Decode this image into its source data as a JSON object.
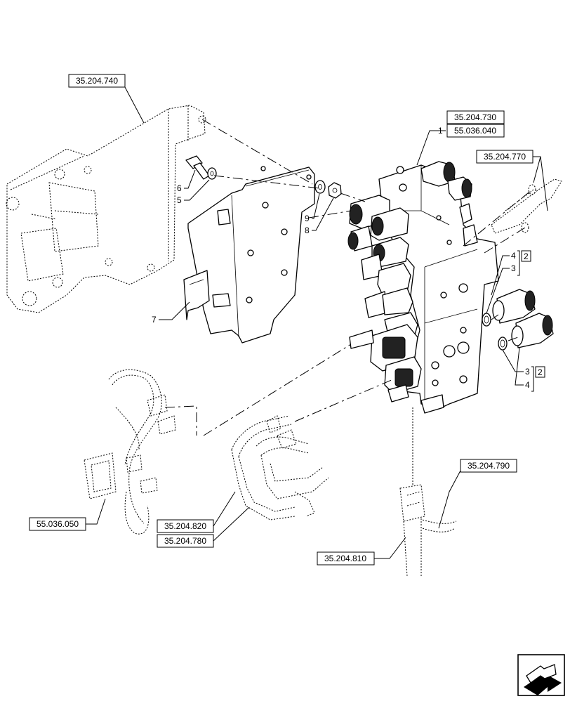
{
  "references": {
    "ref_740": "35.204.740",
    "ref_730": "35.204.730",
    "ref_040": "55.036.040",
    "ref_770": "35.204.770",
    "ref_790": "35.204.790",
    "ref_820": "35.204.820",
    "ref_780": "35.204.780",
    "ref_810": "35.204.810",
    "ref_050": "55.036.050"
  },
  "callouts": {
    "c1": "1",
    "c2_top": "2",
    "c2_bottom": "2",
    "c3_top": "3",
    "c3_bottom": "3",
    "c4_top": "4",
    "c4_bottom": "4",
    "c5": "5",
    "c6": "6",
    "c7": "7",
    "c8": "8",
    "c9": "9"
  },
  "icons": {
    "nav": "next-page-arrow-icon"
  }
}
